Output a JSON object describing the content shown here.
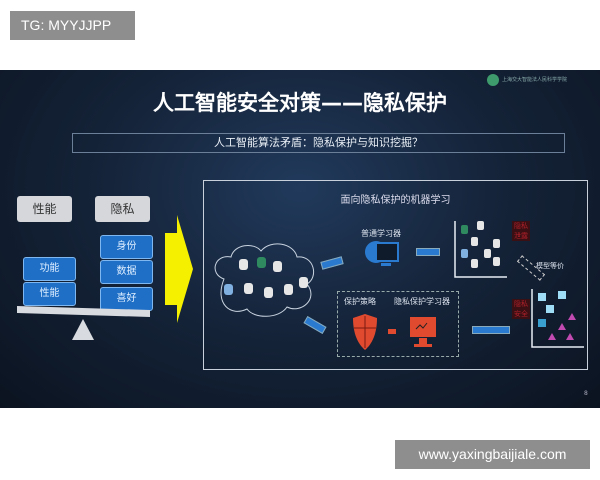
{
  "overlay_tag": "TG: MYYJJPP",
  "watermark": "www.yaxingbaijiale.com",
  "slide": {
    "title": "人工智能安全对策——隐私保护",
    "subtitle": "人工智能算法矛盾：隐私保护与知识挖掘？",
    "logo_text": "上海交大智能法人民科学学院",
    "balance": {
      "left_header": "性能",
      "right_header": "隐私",
      "left_items": [
        "功能",
        "性能"
      ],
      "right_items": [
        "身份",
        "数据",
        "喜好"
      ]
    },
    "panel": {
      "heading": "面向隐私保护的机器学习",
      "normal_learner": "普通学习器",
      "protection_strategy": "保护策略",
      "private_learner": "隐私保护学习器",
      "model_equivalence": "模型等价",
      "leak_label": "隐私泄露",
      "safe_label": "隐私安全"
    },
    "page_number": "8",
    "colors": {
      "accent_blue": "#1f6fc7",
      "arrow_yellow": "#f5f000",
      "shield_red": "#e04a2f"
    }
  }
}
